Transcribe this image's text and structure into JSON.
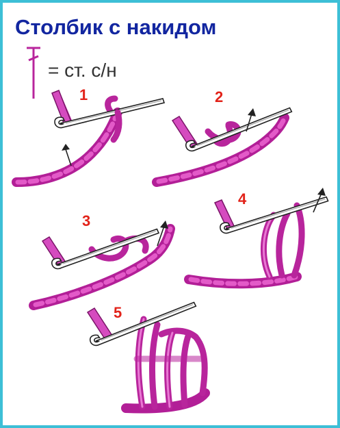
{
  "title": "Столбик с накидом",
  "legend": {
    "symbol_icon": "double-crochet-symbol-icon",
    "text": "= ст. с/н"
  },
  "steps": [
    {
      "number": "1"
    },
    {
      "number": "2"
    },
    {
      "number": "3"
    },
    {
      "number": "4"
    },
    {
      "number": "5"
    }
  ],
  "colors": {
    "frame_border": "#3dbfd6",
    "title": "#1226a0",
    "yarn": "#b8259c",
    "step_numbers": "#e2231a"
  }
}
